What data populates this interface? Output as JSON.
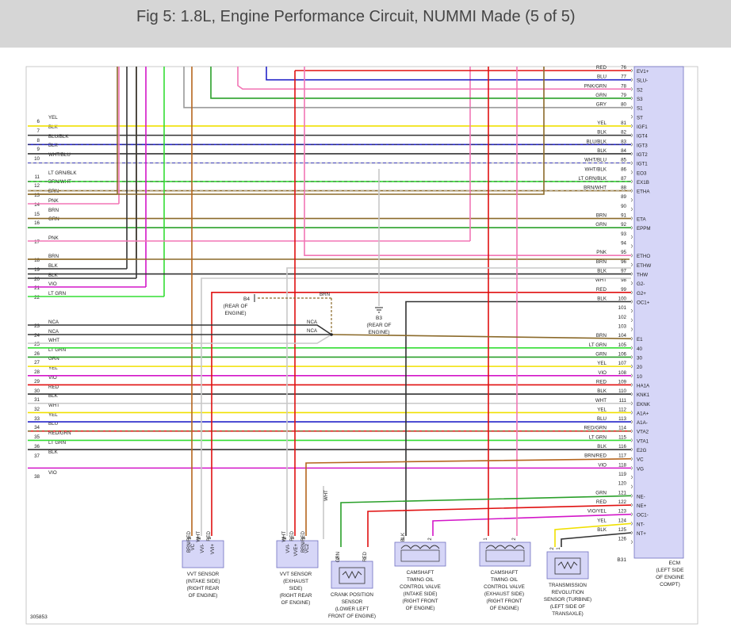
{
  "title": "Fig 5: 1.8L, Engine Performance Circuit, NUMMI Made (5 of 5)",
  "figure_number": "305853",
  "colors": {
    "YEL": "#f0e000",
    "BLK": "#333333",
    "BLU": "#2424c8",
    "WHT": "#c8c8c8",
    "GRN": "#2aa02a",
    "LT GRN": "#33dd33",
    "BRN": "#8b6a2a",
    "PNK": "#f276b5",
    "RED": "#e01010",
    "VIO": "#d316c8",
    "GRY": "#999999",
    "ORN": "#e08a1e",
    "ECM": "#d6d6f7"
  },
  "left_wires": [
    {
      "row": 6,
      "color": "YEL",
      "label": "YEL"
    },
    {
      "row": 7,
      "color": "BLK",
      "label": "BLK"
    },
    {
      "row": 8,
      "color": "BLU/BLK",
      "label": "BLU/BLK"
    },
    {
      "row": 9,
      "color": "BLK",
      "label": "BLK"
    },
    {
      "row": 10,
      "color": "WHT/BLU",
      "label": "WHT/BLU"
    },
    {
      "row": 11,
      "color": "LT GRN/BLK",
      "label": "LT GRN/BLK"
    },
    {
      "row": 12,
      "color": "BRN/WHT",
      "label": "BRN/WHT"
    },
    {
      "row": 13,
      "color": "BRN",
      "label": "BRN"
    },
    {
      "row": 14,
      "color": "PNK",
      "label": "PNK"
    },
    {
      "row": 15,
      "color": "BRN",
      "label": "BRN"
    },
    {
      "row": 16,
      "color": "GRN",
      "label": "GRN"
    },
    {
      "row": 17,
      "color": "PNK",
      "label": "PNK"
    },
    {
      "row": 18,
      "color": "BRN",
      "label": "BRN"
    },
    {
      "row": 19,
      "color": "BLK",
      "label": "BLK"
    },
    {
      "row": 20,
      "color": "BLK",
      "label": "BLK"
    },
    {
      "row": 21,
      "color": "VIO",
      "label": "VIO"
    },
    {
      "row": 22,
      "color": "LT GRN",
      "label": "LT GRN"
    },
    {
      "row": 23,
      "color": "BLK",
      "label": "NCA"
    },
    {
      "row": 24,
      "color": "BLK",
      "label": "NCA"
    },
    {
      "row": 25,
      "color": "WHT",
      "label": "WHT"
    },
    {
      "row": 26,
      "color": "LT GRN",
      "label": "LT GRN"
    },
    {
      "row": 27,
      "color": "GRN",
      "label": "GRN"
    },
    {
      "row": 28,
      "color": "YEL",
      "label": "YEL"
    },
    {
      "row": 29,
      "color": "VIO",
      "label": "VIO"
    },
    {
      "row": 30,
      "color": "RED",
      "label": "RED"
    },
    {
      "row": 31,
      "color": "BLK",
      "label": "BLK"
    },
    {
      "row": 32,
      "color": "WHT",
      "label": "WHT"
    },
    {
      "row": 33,
      "color": "YEL",
      "label": "YEL"
    },
    {
      "row": 34,
      "color": "BLU",
      "label": "BLU"
    },
    {
      "row": 35,
      "color": "RED/GRN",
      "label": "RED/GRN"
    },
    {
      "row": 36,
      "color": "LT GRN",
      "label": "LT GRN"
    },
    {
      "row": 37,
      "color": "BLK",
      "label": "BLK"
    },
    {
      "row": 38,
      "color": "VIO",
      "label": "VIO"
    }
  ],
  "ecm_pins": [
    {
      "pin": "76",
      "color": "RED",
      "label": "RED",
      "name": "EV1+"
    },
    {
      "pin": "77",
      "color": "BLU",
      "label": "BLU",
      "name": "SLU-"
    },
    {
      "pin": "78",
      "color": "PNK/GRN",
      "label": "PNK/GRN",
      "name": "S2"
    },
    {
      "pin": "79",
      "color": "GRN",
      "label": "GRN",
      "name": "S3"
    },
    {
      "pin": "80",
      "color": "GRY",
      "label": "GRY",
      "name": "S1"
    },
    {
      "pin": "",
      "color": "",
      "label": "",
      "name": "ST"
    },
    {
      "pin": "81",
      "color": "YEL",
      "label": "YEL",
      "name": "IGF1"
    },
    {
      "pin": "82",
      "color": "BLK",
      "label": "BLK",
      "name": "IGT4"
    },
    {
      "pin": "83",
      "color": "BLU/BLK",
      "label": "BLU/BLK",
      "name": "IGT3"
    },
    {
      "pin": "84",
      "color": "BLK",
      "label": "BLK",
      "name": "IGT2"
    },
    {
      "pin": "85",
      "color": "WHT/BLU",
      "label": "WHT/BLU",
      "name": "IGT1"
    },
    {
      "pin": "86",
      "color": "WHT/BLK",
      "label": "WHT/BLK",
      "name": "EO3"
    },
    {
      "pin": "87",
      "color": "LT GRN/BLK",
      "label": "LT GRN/BLK",
      "name": "EX1B"
    },
    {
      "pin": "88",
      "color": "BRN/WHT",
      "label": "BRN/WHT",
      "name": "ETHA"
    },
    {
      "pin": "89",
      "color": "",
      "label": "",
      "name": ""
    },
    {
      "pin": "90",
      "color": "",
      "label": "",
      "name": ""
    },
    {
      "pin": "91",
      "color": "BRN",
      "label": "BRN",
      "name": "ETA"
    },
    {
      "pin": "92",
      "color": "GRN",
      "label": "GRN",
      "name": "EPPM"
    },
    {
      "pin": "93",
      "color": "",
      "label": "",
      "name": ""
    },
    {
      "pin": "94",
      "color": "",
      "label": "",
      "name": ""
    },
    {
      "pin": "95",
      "color": "PNK",
      "label": "PNK",
      "name": "ETHO"
    },
    {
      "pin": "96",
      "color": "BRN",
      "label": "BRN",
      "name": "ETHW"
    },
    {
      "pin": "97",
      "color": "BLK",
      "label": "BLK",
      "name": "THW"
    },
    {
      "pin": "98",
      "color": "WHT",
      "label": "WHT",
      "name": "G2-"
    },
    {
      "pin": "99",
      "color": "RED",
      "label": "RED",
      "name": "G2+"
    },
    {
      "pin": "100",
      "color": "BLK",
      "label": "BLK",
      "name": "OC1+"
    },
    {
      "pin": "101",
      "color": "",
      "label": "",
      "name": ""
    },
    {
      "pin": "102",
      "color": "",
      "label": "",
      "name": ""
    },
    {
      "pin": "103",
      "color": "",
      "label": "",
      "name": ""
    },
    {
      "pin": "104",
      "color": "BRN",
      "label": "BRN",
      "name": "E1"
    },
    {
      "pin": "105",
      "color": "LT GRN",
      "label": "LT GRN",
      "name": "40"
    },
    {
      "pin": "106",
      "color": "GRN",
      "label": "GRN",
      "name": "30"
    },
    {
      "pin": "107",
      "color": "YEL",
      "label": "YEL",
      "name": "20"
    },
    {
      "pin": "108",
      "color": "VIO",
      "label": "VIO",
      "name": "10"
    },
    {
      "pin": "109",
      "color": "RED",
      "label": "RED",
      "name": "HA1A"
    },
    {
      "pin": "110",
      "color": "BLK",
      "label": "BLK",
      "name": "KNK1"
    },
    {
      "pin": "111",
      "color": "WHT",
      "label": "WHT",
      "name": "EKNK"
    },
    {
      "pin": "112",
      "color": "YEL",
      "label": "YEL",
      "name": "A1A+"
    },
    {
      "pin": "113",
      "color": "BLU",
      "label": "BLU",
      "name": "A1A-"
    },
    {
      "pin": "114",
      "color": "RED/GRN",
      "label": "RED/GRN",
      "name": "VTA2"
    },
    {
      "pin": "115",
      "color": "LT GRN",
      "label": "LT GRN",
      "name": "VTA1"
    },
    {
      "pin": "116",
      "color": "BLK",
      "label": "BLK",
      "name": "E2G"
    },
    {
      "pin": "117",
      "color": "BRN/RED",
      "label": "BRN/RED",
      "name": "VC"
    },
    {
      "pin": "118",
      "color": "VIO",
      "label": "VIO",
      "name": "VG"
    },
    {
      "pin": "119",
      "color": "",
      "label": "",
      "name": ""
    },
    {
      "pin": "120",
      "color": "",
      "label": "",
      "name": ""
    },
    {
      "pin": "121",
      "color": "GRN",
      "label": "GRN",
      "name": "NE-"
    },
    {
      "pin": "122",
      "color": "RED",
      "label": "RED",
      "name": "NE+"
    },
    {
      "pin": "123",
      "color": "VIO/YEL",
      "label": "VIO/YEL",
      "name": "OC1-"
    },
    {
      "pin": "124",
      "color": "YEL",
      "label": "YEL",
      "name": "NT-"
    },
    {
      "pin": "125",
      "color": "BLK",
      "label": "BLK",
      "name": "NT+"
    },
    {
      "pin": "126",
      "color": "",
      "label": "",
      "name": ""
    }
  ],
  "ecm": {
    "connector": "B31",
    "label": "ECM",
    "location": [
      "(LEFT SIDE",
      "OF ENGINE",
      "COMPT)"
    ]
  },
  "components": [
    {
      "id": "vvt-intake",
      "title": [
        "VVT SENSOR",
        "(INTAKE SIDE)",
        "(RIGHT REAR",
        "OF ENGINE)"
      ],
      "pins": [
        {
          "num": "3",
          "name": "VC",
          "wire": "BRN/RED"
        },
        {
          "num": "2",
          "name": "VVI-",
          "wire": "WHT"
        },
        {
          "num": "1",
          "name": "VVI+",
          "wire": "RED"
        }
      ]
    },
    {
      "id": "vvt-exhaust",
      "title": [
        "VVT SENSOR",
        "(EXHAUST",
        "SIDE)",
        "(RIGHT REAR",
        "OF ENGINE)"
      ],
      "pins": [
        {
          "num": "2",
          "name": "VVI-",
          "wire": "WHT"
        },
        {
          "num": "1",
          "name": "VVE+",
          "wire": "RED"
        },
        {
          "num": "3",
          "name": "VC2",
          "wire": "BRN/RED"
        }
      ]
    },
    {
      "id": "crank-position",
      "title": [
        "CRANK POSITION",
        "SENSOR",
        "(LOWER LEFT",
        "FRONT OF ENGINE)"
      ],
      "pins": [
        {
          "num": "2",
          "name": "",
          "wire": "GRN"
        },
        {
          "num": "1",
          "name": "",
          "wire": "RED"
        }
      ]
    },
    {
      "id": "camshaft-intake",
      "title": [
        "CAMSHAFT",
        "TIMING OIL",
        "CONTROL VALVE",
        "(INTAKE SIDE)",
        "(RIGHT FRONT",
        "OF ENGINE)"
      ],
      "pins": [
        {
          "num": "1",
          "name": "",
          "wire": "BLK"
        },
        {
          "num": "2",
          "name": "",
          "wire": ""
        }
      ]
    },
    {
      "id": "camshaft-exhaust",
      "title": [
        "CAMSHAFT",
        "TIMING OIL",
        "CONTROL VALVE",
        "(EXHAUST SIDE)",
        "(RIGHT FRONT",
        "OF ENGINE)"
      ],
      "pins": [
        {
          "num": "1",
          "name": "",
          "wire": ""
        },
        {
          "num": "2",
          "name": "",
          "wire": ""
        }
      ]
    },
    {
      "id": "trans-revolution",
      "title": [
        "TRANSMISSION",
        "REVOLUTION",
        "SENSOR (TURBINE)",
        "(LEFT SIDE OF",
        "TRANSAXLE)"
      ],
      "pins": [
        {
          "num": "2",
          "name": "",
          "wire": ""
        },
        {
          "num": "1",
          "name": "",
          "wire": ""
        }
      ]
    }
  ],
  "grounds": [
    {
      "id": "B4",
      "label": "B4",
      "location": [
        "(REAR OF",
        "ENGINE)"
      ]
    },
    {
      "id": "B3",
      "label": "B3",
      "location": [
        "(REAR OF",
        "ENGINE)"
      ]
    }
  ],
  "junction": {
    "wire_top": "BRN",
    "nca_labels": [
      "NCA",
      "NCA"
    ],
    "wht_label": "WHT"
  }
}
